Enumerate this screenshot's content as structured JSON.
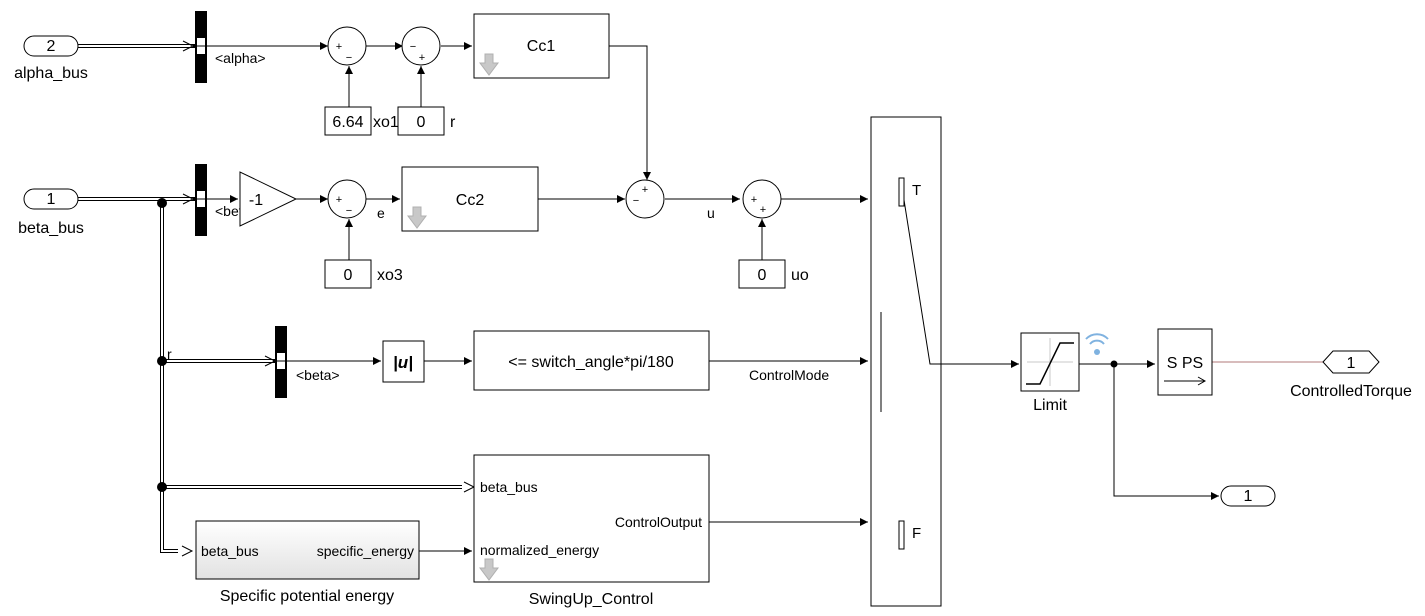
{
  "inports": [
    {
      "number": "2",
      "label": "alpha_bus"
    },
    {
      "number": "1",
      "label": "beta_bus"
    }
  ],
  "selectors": {
    "alpha": "<alpha>",
    "beta_top": "<beta>",
    "beta_mid": "<beta>"
  },
  "gain": {
    "value": "-1"
  },
  "constants": [
    {
      "value": "6.64",
      "name": "xo1"
    },
    {
      "value": "0",
      "name": "r"
    },
    {
      "value": "0",
      "name": "xo3"
    },
    {
      "value": "0",
      "name": "uo"
    }
  ],
  "subsystems": {
    "cc1": "Cc1",
    "cc2": "Cc2",
    "specific_energy": {
      "in_port": "beta_bus",
      "out_port": "specific_energy",
      "label": "Specific potential energy"
    },
    "swingup": {
      "in_port_1": "beta_bus",
      "in_port_2": "normalized_energy",
      "out_port": "ControlOutput",
      "label": "SwingUp_Control"
    }
  },
  "abs_block": "|u|",
  "relational": "<= switch_angle*pi/180",
  "signals": {
    "e": "e",
    "u": "u",
    "control_mode": "ControlMode",
    "r_branch": "r"
  },
  "switch_ports": {
    "true": "T",
    "false": "F"
  },
  "saturation": {
    "label": "Limit"
  },
  "converter": {
    "label": "S  PS"
  },
  "outports": [
    {
      "number": "1",
      "label": "ControlledTorque"
    },
    {
      "number": "1"
    }
  ],
  "sum_signs": {
    "sum1": [
      "+",
      "−"
    ],
    "sum2": [
      "−",
      "+"
    ],
    "sum3": [
      "+",
      "−"
    ],
    "sum4": [
      "+",
      "−"
    ],
    "sum5": [
      "+",
      "+"
    ]
  },
  "colors": {
    "physical_line": "#b07878",
    "wireless_icon": "#7fb2e0",
    "subsystem_arrow": "#b8b8b8",
    "bus_bar": "#000000"
  }
}
